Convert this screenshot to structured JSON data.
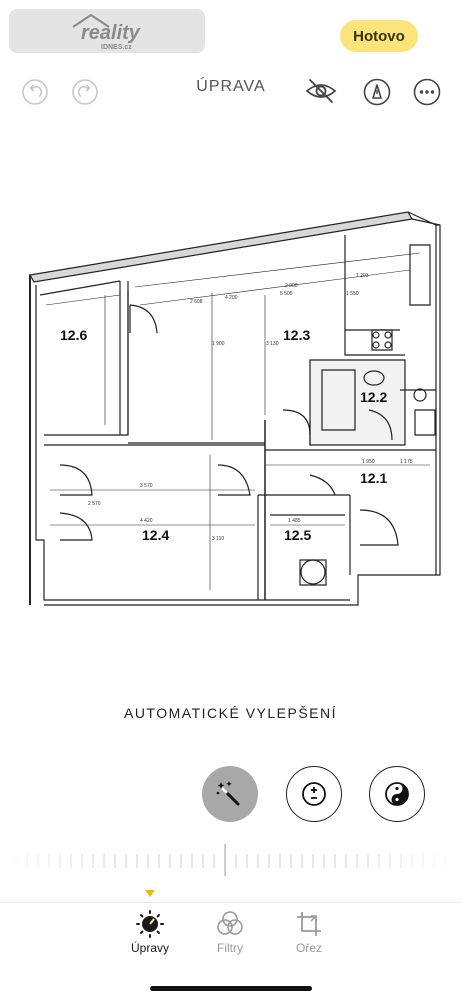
{
  "header": {
    "logo_text": "reality",
    "logo_subtext": "IDNES.cz",
    "done_label": "Hotovo",
    "title": "ÚPRAVA"
  },
  "icons": {
    "undo": "undo-icon",
    "redo": "redo-icon",
    "hide": "eye-slash-icon",
    "markup": "pen-tip-icon",
    "more": "ellipsis-icon"
  },
  "plan": {
    "rooms": [
      {
        "label": "12.6"
      },
      {
        "label": "12.3"
      },
      {
        "label": "12.2"
      },
      {
        "label": "12.1"
      },
      {
        "label": "12.4"
      },
      {
        "label": "12.5"
      }
    ],
    "dimensions": [
      "2 608",
      "4 200",
      "2 000",
      "1 203",
      "5 505",
      "3 570",
      "4 420",
      "3 110",
      "1 485",
      "1 550",
      "1 900",
      "1 175",
      "3 130",
      "2 570",
      "1 950"
    ]
  },
  "adjust": {
    "section_label": "AUTOMATICKÉ VYLEPŠENÍ",
    "tools": [
      "magic-wand-icon",
      "exposure-icon",
      "brilliance-icon"
    ]
  },
  "tabs": [
    {
      "label": "Úpravy",
      "icon": "dial-icon",
      "active": true
    },
    {
      "label": "Filtry",
      "icon": "filters-icon",
      "active": false
    },
    {
      "label": "Ořez",
      "icon": "crop-icon",
      "active": false
    }
  ],
  "colors": {
    "accent": "#f2b900",
    "done_bg": "#fbe57b",
    "active_tab": "#1a1a1a",
    "inactive_tab": "#9a9a9a"
  }
}
